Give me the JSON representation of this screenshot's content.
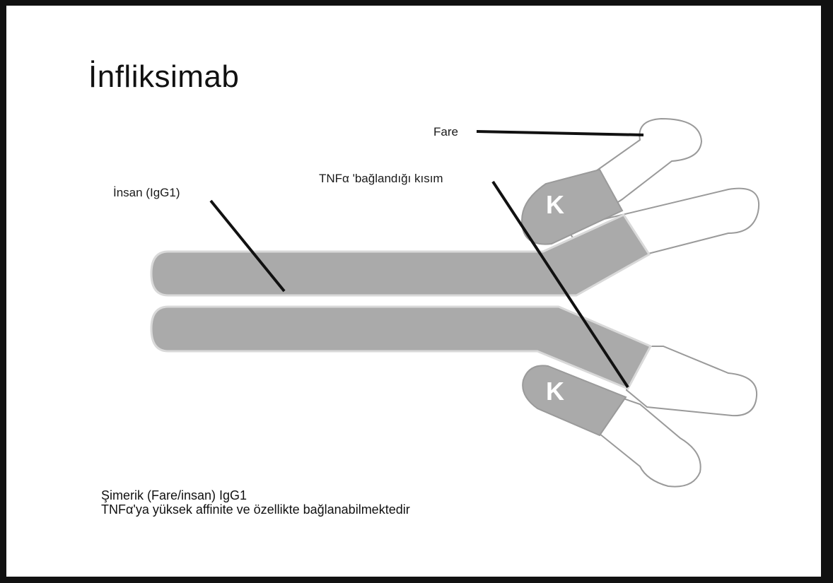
{
  "title": "İnfliksimab",
  "labels": {
    "mouse": "Fare",
    "human": "İnsan (IgG1)",
    "binding_site": "TNFα ʹbağlandığı kısım",
    "light_chain_top": "K",
    "light_chain_bottom": "K"
  },
  "caption": {
    "line1": "Şimerik (Fare/insan) IgG1",
    "line2": "TNFαʹya yüksek affinite ve özellikte bağlanabilmektedir"
  },
  "colors": {
    "human_region": "#aaaaaa",
    "mouse_region": "#ffffff",
    "outline": "#9a9a9a",
    "pointer": "#111111",
    "border": "#111111"
  }
}
